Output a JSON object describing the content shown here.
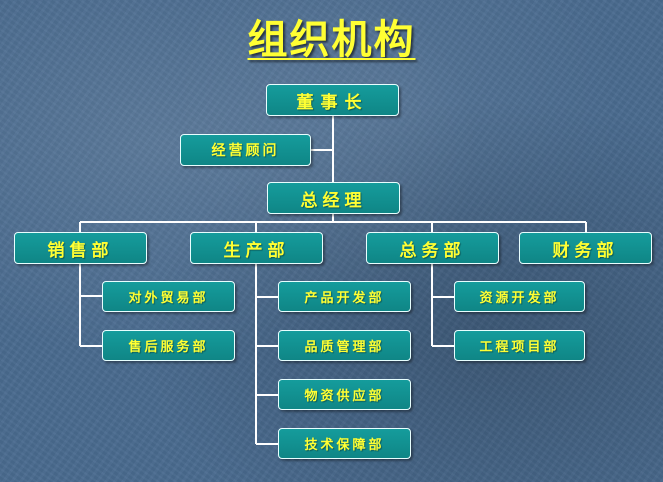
{
  "title": "组织机构",
  "colors": {
    "background": "#4a6b8f",
    "box_fill": "#129090",
    "box_border": "#e8ffff",
    "text": "#ffff33",
    "connector": "#ffffff"
  },
  "org": {
    "chairman": "董事长",
    "advisor": "经营顾问",
    "general_manager": "总经理",
    "departments": [
      {
        "name": "销售部",
        "units": [
          "对外贸易部",
          "售后服务部"
        ]
      },
      {
        "name": "生产部",
        "units": [
          "产品开发部",
          "品质管理部",
          "物资供应部",
          "技术保障部"
        ]
      },
      {
        "name": "总务部",
        "units": [
          "资源开发部",
          "工程项目部"
        ]
      },
      {
        "name": "财务部",
        "units": []
      }
    ]
  }
}
